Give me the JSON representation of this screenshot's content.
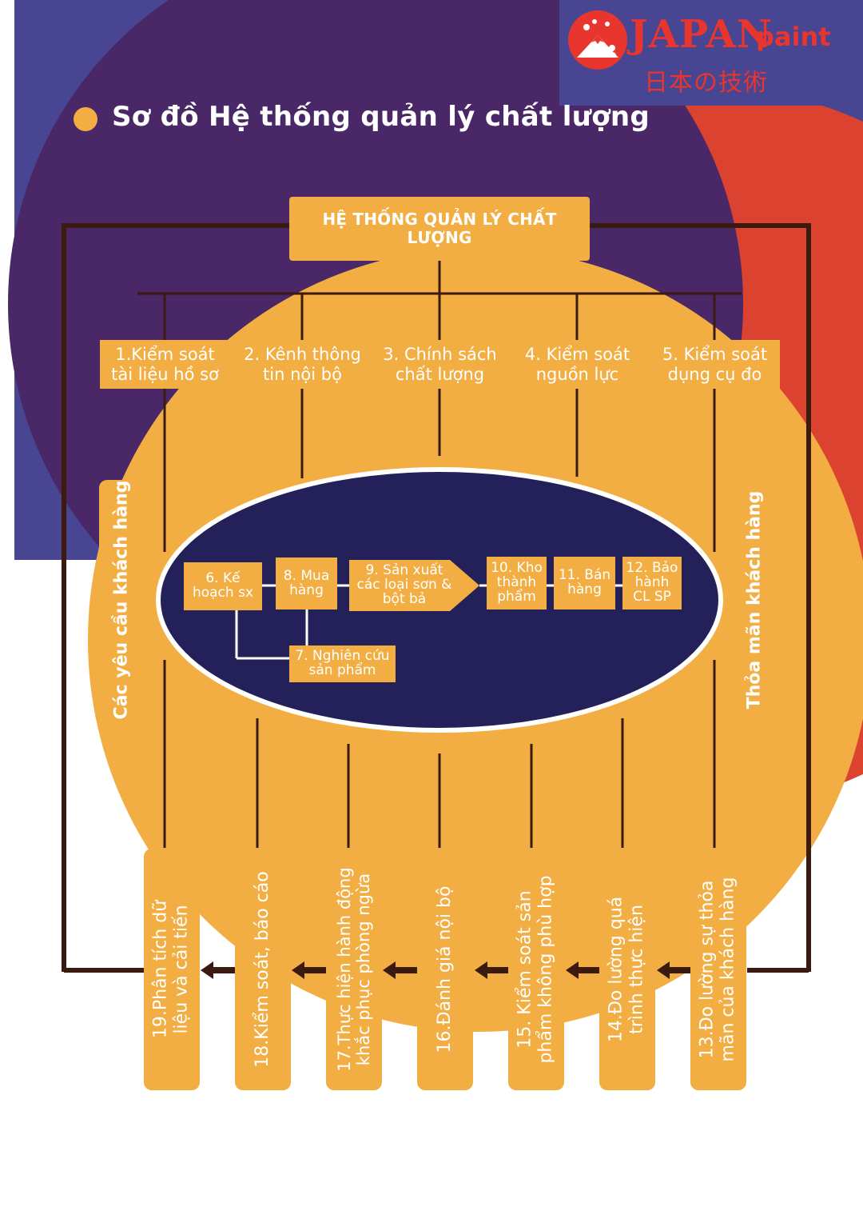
{
  "logo": {
    "brand_main": "JAPAN",
    "brand_suffix": "paint",
    "tagline": "日本の技術"
  },
  "title": "Sơ đồ Hệ thống quản lý chất lượng",
  "main_box": "HỆ THỐNG QUẢN LÝ CHẤT LƯỢNG",
  "top_items": [
    "1.Kiểm soát tài liệu hồ sơ",
    "2. Kênh thông tin nội bộ",
    "3. Chính sách chất lượng",
    "4. Kiểm soát nguồn lực",
    "5. Kiểm soát dụng cụ đo"
  ],
  "process_items": {
    "p6": "6. Kế hoạch sx",
    "p7": "7. Nghiên cứu sản phẩm",
    "p8": "8. Mua hàng",
    "p9": "9. Sản xuất các loại sơn & bột bả",
    "p10": "10. Kho thành phẩm",
    "p11": "11. Bán hàng",
    "p12": "12. Bảo hành CL SP"
  },
  "side_left": "Các yêu cầu khách hàng",
  "side_right": "Thỏa mãn khách hàng",
  "bottom_items": [
    "19.Phân tích dữ liệu và cải tiến",
    "18.Kiểm soát, báo cáo",
    "17.Thực hiện hành động khắc phục phòng ngừa",
    "16.Đánh giá nội bộ",
    "15. Kiểm soát sản phẩm không phù hợp",
    "14.Đo lường quá trình thực hiện",
    "13.Đo lường sự thỏa mãn của khách hàng"
  ],
  "colors": {
    "orange": "#f2ae42",
    "purple": "#4a2767",
    "navy": "#242059",
    "red": "#dc4230",
    "logo_red": "#e8352e",
    "line": "#3b1a10"
  }
}
